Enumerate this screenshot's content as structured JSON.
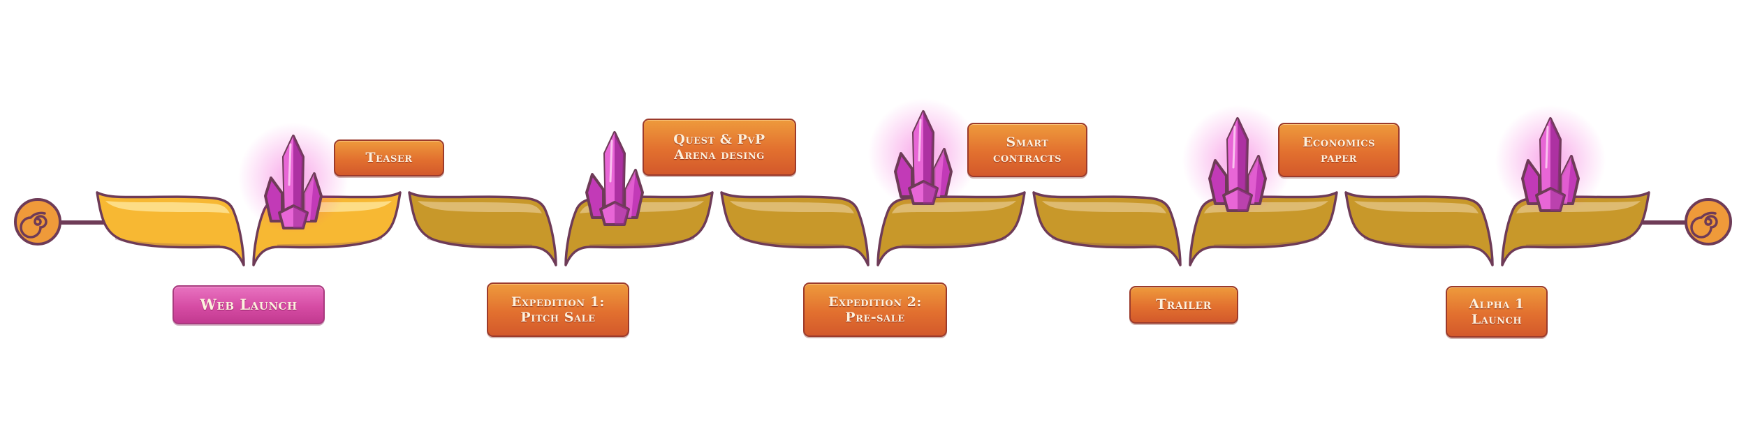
{
  "colors": {
    "leaf_active": "#f7b833",
    "leaf_inactive": "#c8982a",
    "outline": "#6e3b57",
    "crystal": "#c23ab7",
    "tag_orange": "#e2702f",
    "tag_pink": "#d64ca4",
    "tag_text": "#fdf1dd"
  },
  "milestones": [
    {
      "label": "Web Launch",
      "position": "bottom",
      "state": "active",
      "crystal": "glowing"
    },
    {
      "label": "Teaser",
      "position": "top",
      "state": "active",
      "crystal": "glowing"
    },
    {
      "label": "Expedition 1:\nPitch Sale",
      "position": "bottom",
      "state": "upcoming",
      "crystal": "plain"
    },
    {
      "label": "Quest & PvP\nArena desing",
      "position": "top",
      "state": "upcoming",
      "crystal": "plain"
    },
    {
      "label": "Expedition 2:\nPre-sale",
      "position": "bottom",
      "state": "upcoming",
      "crystal": "glowing"
    },
    {
      "label": "Smart\ncontracts",
      "position": "top",
      "state": "upcoming",
      "crystal": "glowing"
    },
    {
      "label": "Trailer",
      "position": "bottom",
      "state": "upcoming",
      "crystal": "glowing"
    },
    {
      "label": "Economics\npaper",
      "position": "top",
      "state": "upcoming",
      "crystal": "glowing"
    },
    {
      "label": "Alpha 1\nLaunch",
      "position": "bottom",
      "state": "upcoming",
      "crystal": "glowing"
    }
  ]
}
